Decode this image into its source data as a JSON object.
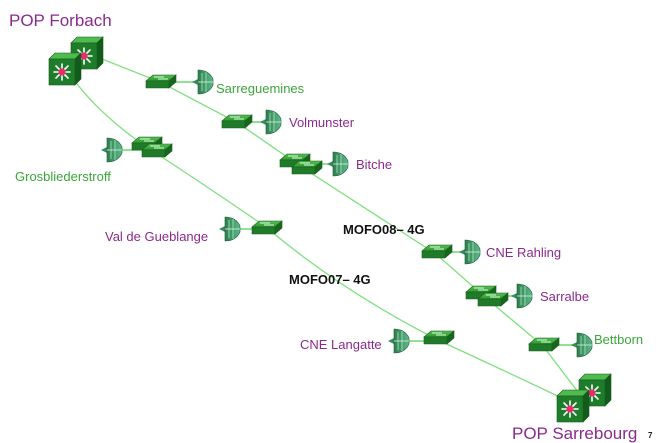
{
  "pops": {
    "forbach": {
      "label": "POP Forbach"
    },
    "sarrebourg": {
      "label": "POP Sarrebourg"
    }
  },
  "routes": {
    "mofo08": {
      "label": "MOFO08– 4G"
    },
    "mofo07": {
      "label": "MOFO07– 4G"
    }
  },
  "sites": {
    "sarreguemines": "Sarreguemines",
    "volmunster": "Volmunster",
    "bitche": "Bitche",
    "cne_rahling": "CNE Rahling",
    "sarralbe": "Sarralbe",
    "bettborn": "Bettborn",
    "grosbliederstroff": "Grosbliederstroff",
    "val_de_gueblange": "Val de Gueblange",
    "cne_langatte": "CNE Langatte"
  },
  "slide_number": "7",
  "colors": {
    "link_line": "#7fe07f",
    "device_green": "#2d8a2d",
    "label_purple": "#8b2a8e",
    "label_green": "#3aa63a"
  },
  "icons": {
    "pop": "multilayer-switch-icon",
    "site_switch": "switch-icon",
    "site_radio": "wireless-bridge-icon"
  }
}
